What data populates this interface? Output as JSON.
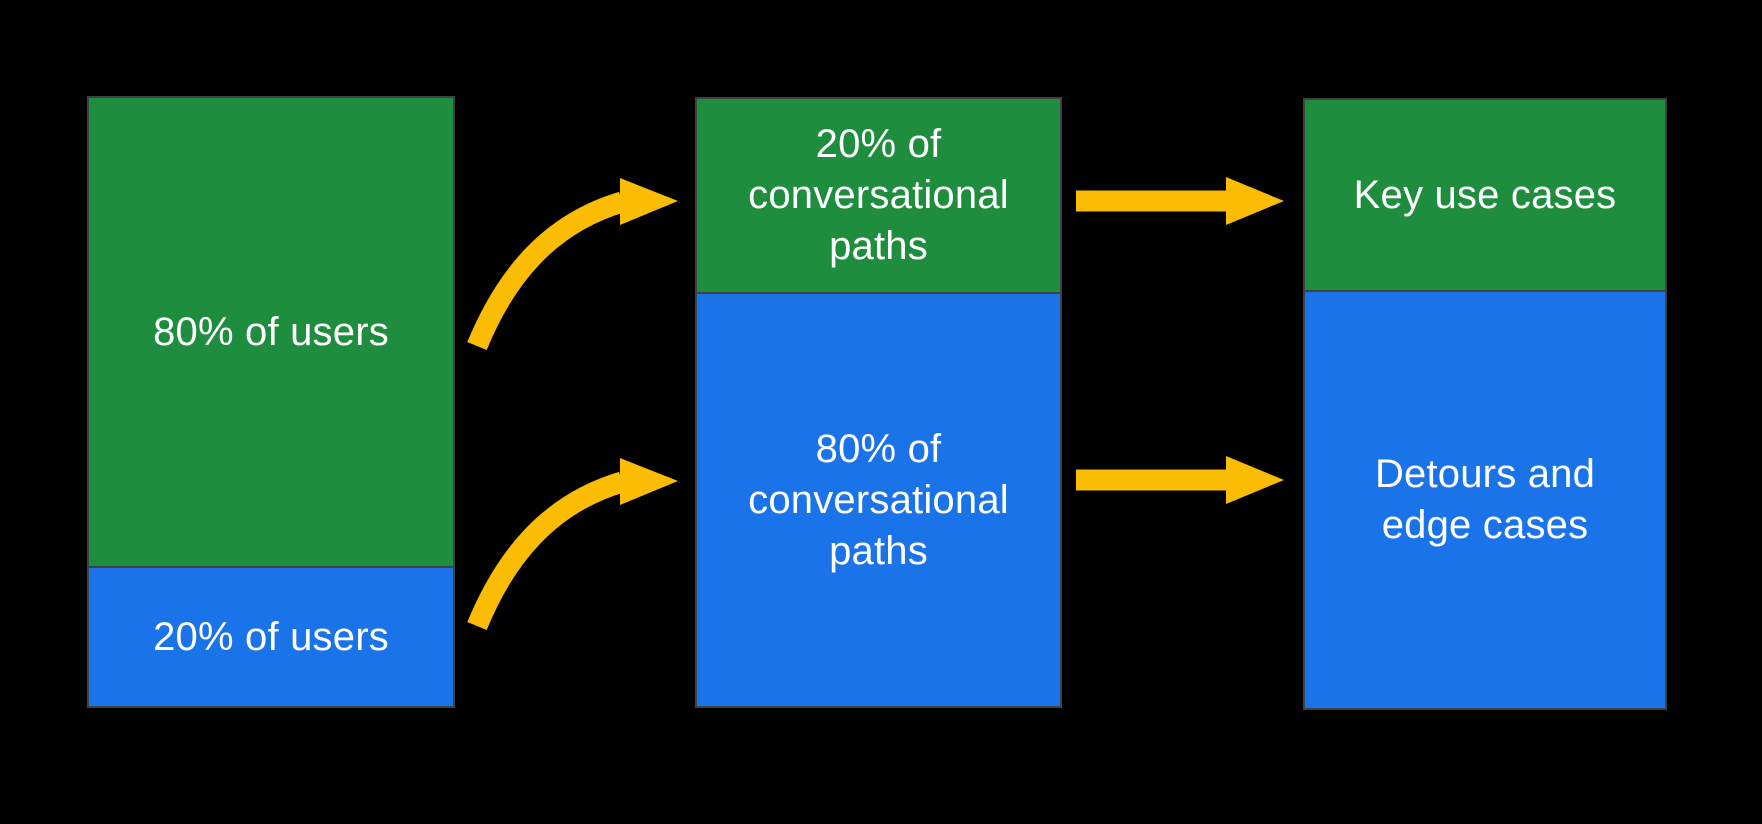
{
  "colors": {
    "background": "#000000",
    "green": "#1E8E3E",
    "blue": "#1A73E8",
    "yellow": "#FBBC04",
    "border": "#3F4245",
    "text": "#FFFFFF"
  },
  "diagram": {
    "columns": [
      {
        "id": "users",
        "segments": [
          {
            "color": "green",
            "label": "80% of users"
          },
          {
            "color": "blue",
            "label": "20% of users"
          }
        ]
      },
      {
        "id": "conversational-paths",
        "segments": [
          {
            "color": "green",
            "label": "20% of\nconversational\npaths"
          },
          {
            "color": "blue",
            "label": "80% of\nconversational\npaths"
          }
        ]
      },
      {
        "id": "outcomes",
        "segments": [
          {
            "color": "green",
            "label": "Key use cases"
          },
          {
            "color": "blue",
            "label": "Detours and\nedge cases"
          }
        ]
      }
    ],
    "arrows": [
      {
        "id": "users-80-to-paths-20",
        "style": "curved"
      },
      {
        "id": "users-20-to-paths-80",
        "style": "curved"
      },
      {
        "id": "paths-20-to-key-use-cases",
        "style": "straight"
      },
      {
        "id": "paths-80-to-detours-edge-cases",
        "style": "straight"
      }
    ]
  }
}
